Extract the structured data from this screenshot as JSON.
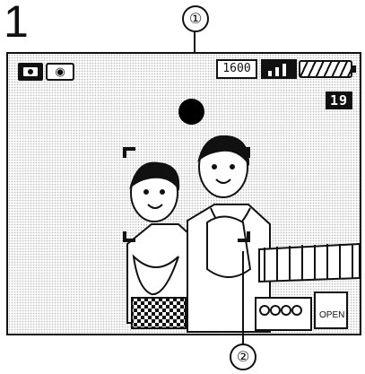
{
  "figure": {
    "step_number": "1",
    "callouts": [
      {
        "label": "①",
        "target": "focus-area-indicator"
      },
      {
        "label": "②",
        "target": "af-frame"
      }
    ]
  },
  "screen": {
    "mode_icon": "camera-icon",
    "stabilizer_icon": "stabilizer-icon",
    "stabilizer_glyph": "◉",
    "resolution": "1600",
    "quality_icon": "quality-icon",
    "battery_icon": "battery-icon",
    "remaining_shots": "19"
  },
  "colors": {
    "ink": "#111111",
    "paper": "#ffffff",
    "screen_tint": "#bcbcbc"
  }
}
